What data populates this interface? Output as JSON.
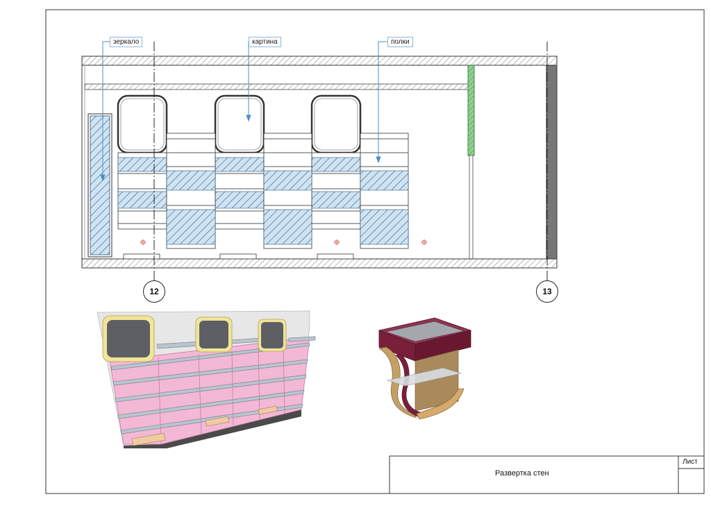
{
  "drawing": {
    "callouts": {
      "mirror": "зеркало",
      "picture": "картина",
      "shelves": "полки"
    },
    "axes": [
      "12",
      "13"
    ]
  },
  "title_block": {
    "title": "Развертка стен",
    "sheet_label": "Лист"
  },
  "colors": {
    "glass": "#cfe3f3",
    "hatch": "#2c5a80",
    "green_panel": "#8fd18f",
    "leader": "#4a90c8",
    "pink_panel": "#f3b8d6",
    "showcase_top": "#7a1f3a",
    "showcase_wood": "#d7a96a"
  }
}
